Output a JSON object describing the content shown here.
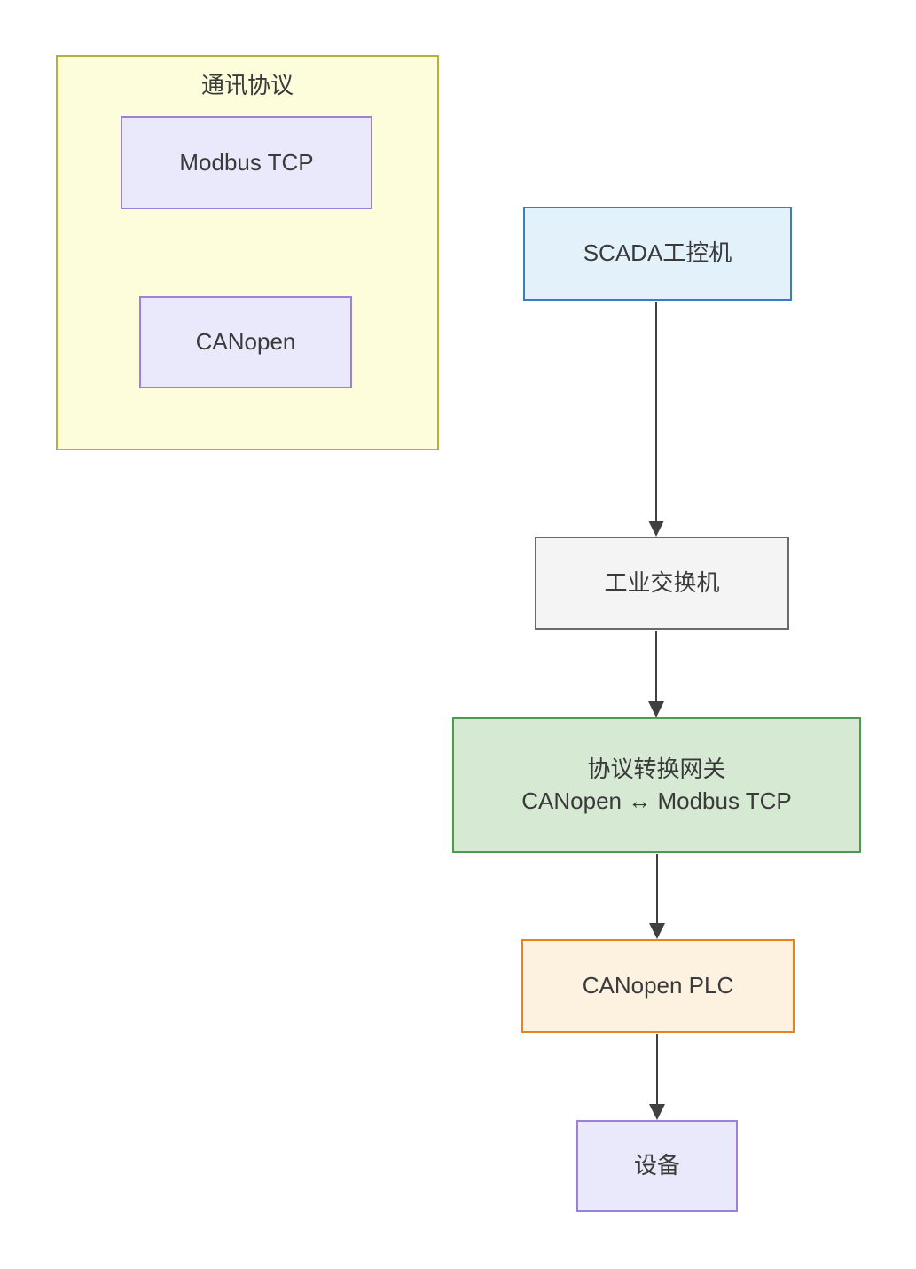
{
  "diagram": {
    "type": "flowchart",
    "direction": "top-down",
    "legend_group": {
      "title": "通讯协议",
      "items": [
        {
          "id": "modbus-tcp",
          "label": "Modbus TCP"
        },
        {
          "id": "canopen",
          "label": "CANopen"
        }
      ]
    },
    "nodes": [
      {
        "id": "scada",
        "label": "SCADA工控机"
      },
      {
        "id": "switch",
        "label": "工业交换机"
      },
      {
        "id": "gateway",
        "label": "协议转换网关",
        "sublabel": "CANopen ↔ Modbus TCP"
      },
      {
        "id": "plc",
        "label": "CANopen PLC"
      },
      {
        "id": "device",
        "label": "设备"
      }
    ],
    "edges": [
      {
        "from": "scada",
        "to": "switch",
        "arrow": "down"
      },
      {
        "from": "switch",
        "to": "gateway",
        "arrow": "down"
      },
      {
        "from": "gateway",
        "to": "plc",
        "arrow": "down"
      },
      {
        "from": "plc",
        "to": "device",
        "arrow": "down"
      }
    ],
    "colors": {
      "legend_bg": "#fdfddc",
      "legend_border": "#b2b23c",
      "protocol_bg": "#e9e9fb",
      "protocol_border": "#9b82d8",
      "scada_bg": "#e3f1fb",
      "scada_border": "#3a7cc6",
      "switch_bg": "#f4f4f4",
      "switch_border": "#6a6a6a",
      "gateway_bg": "#d5e9d3",
      "gateway_border": "#4e9a4e",
      "plc_bg": "#fdf1df",
      "plc_border": "#e8821f",
      "arrow": "#404040",
      "text": "#3a3a3a"
    }
  }
}
